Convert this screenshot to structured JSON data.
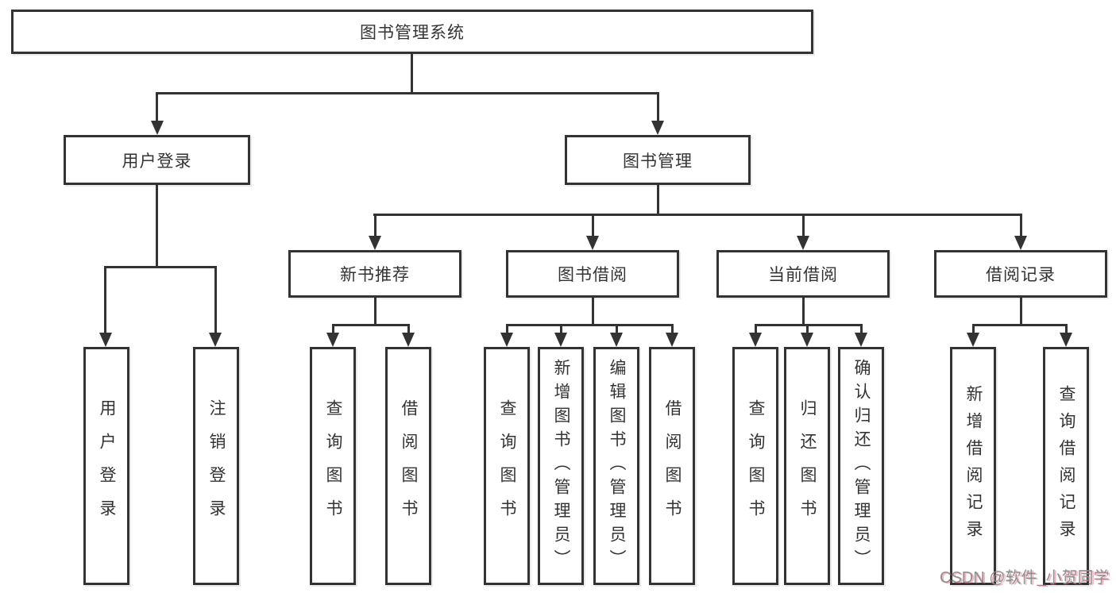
{
  "diagram_title": "图书管理系统",
  "nodes": {
    "root": "图书管理系统",
    "user_login": "用户登录",
    "book_mgmt": "图书管理",
    "new_book_rec": "新书推荐",
    "book_borrow": "图书借阅",
    "current_borrow": "当前借阅",
    "borrow_records": "借阅记录",
    "leaf_user_login": "用户登录",
    "leaf_logout": "注销登录",
    "leaf_query_book_1": "查询图书",
    "leaf_borrow_book_1": "借阅图书",
    "leaf_query_book_2": "查询图书",
    "leaf_add_book": "新增图书（管理员）",
    "leaf_edit_book": "编辑图书（管理员）",
    "leaf_borrow_book_2": "借阅图书",
    "leaf_query_book_3": "查询图书",
    "leaf_return_book": "归还图书",
    "leaf_confirm_return": "确认归还（管理员）",
    "leaf_add_record": "新增借阅记录",
    "leaf_query_record": "查询借阅记录"
  },
  "hierarchy": {
    "图书管理系统": {
      "用户登录": [
        "用户登录",
        "注销登录"
      ],
      "图书管理": {
        "新书推荐": [
          "查询图书",
          "借阅图书"
        ],
        "图书借阅": [
          "查询图书",
          "新增图书（管理员）",
          "编辑图书（管理员）",
          "借阅图书"
        ],
        "当前借阅": [
          "查询图书",
          "归还图书",
          "确认归还（管理员）"
        ],
        "借阅记录": [
          "新增借阅记录",
          "查询借阅记录"
        ]
      }
    }
  },
  "watermark": "CSDN @软件_小贺同学",
  "colors": {
    "line": "#333333",
    "text": "#333333",
    "background": "#ffffff",
    "watermark_gray": "#8f8f8f",
    "watermark_accent": "#e95371"
  }
}
